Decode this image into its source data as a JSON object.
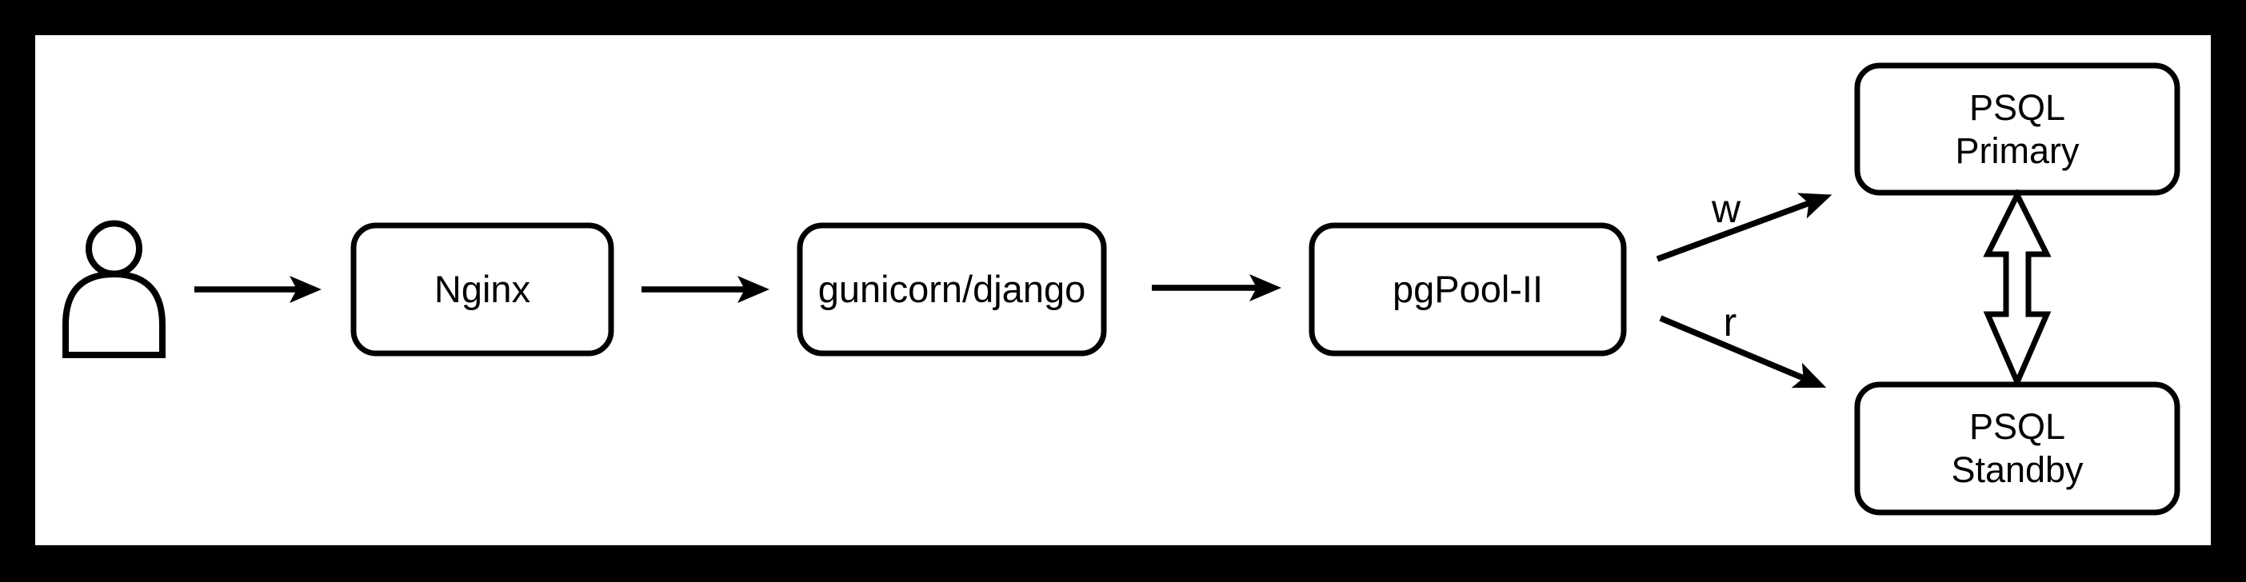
{
  "diagram": {
    "title": "web-stack-architecture-flow",
    "colors": {
      "frame": "#000000",
      "canvas": "#ffffff",
      "stroke": "#000000",
      "text": "#000000"
    },
    "nodes": [
      {
        "id": "user",
        "kind": "person-icon",
        "label": ""
      },
      {
        "id": "nginx",
        "kind": "rounded-box",
        "label": "Nginx"
      },
      {
        "id": "gunicorn-django",
        "kind": "rounded-box",
        "label": "gunicorn/django"
      },
      {
        "id": "pgpool",
        "kind": "rounded-box",
        "label": "pgPool-II"
      },
      {
        "id": "psql-primary",
        "kind": "rounded-box",
        "label": "PSQL Primary",
        "lines": [
          "PSQL",
          "Primary"
        ]
      },
      {
        "id": "psql-standby",
        "kind": "rounded-box",
        "label": "PSQL Standby",
        "lines": [
          "PSQL",
          "Standby"
        ]
      }
    ],
    "edges": [
      {
        "from": "user",
        "to": "nginx",
        "label": "",
        "style": "arrow"
      },
      {
        "from": "nginx",
        "to": "gunicorn-django",
        "label": "",
        "style": "arrow"
      },
      {
        "from": "gunicorn-django",
        "to": "pgpool",
        "label": "",
        "style": "arrow"
      },
      {
        "from": "pgpool",
        "to": "psql-primary",
        "label": "w",
        "style": "arrow"
      },
      {
        "from": "pgpool",
        "to": "psql-standby",
        "label": "r",
        "style": "arrow"
      },
      {
        "from": "psql-primary",
        "to": "psql-standby",
        "label": "",
        "style": "hollow-double-arrow",
        "bidirectional": true
      }
    ]
  }
}
